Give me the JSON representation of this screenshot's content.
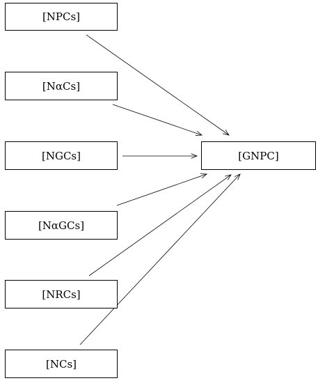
{
  "diagram": {
    "sources": [
      {
        "id": "npcs",
        "label": "[NPCs]"
      },
      {
        "id": "nacs",
        "label": "[NαCs]"
      },
      {
        "id": "ngcs",
        "label": "[NGCs]"
      },
      {
        "id": "nagcs",
        "label": "[NαGCs]"
      },
      {
        "id": "nrcs",
        "label": "[NRCs]"
      },
      {
        "id": "ncs",
        "label": "[NCs]"
      }
    ],
    "target": {
      "id": "gnpc",
      "label": "[GNPC]"
    },
    "edges": [
      {
        "from": "npcs",
        "to": "gnpc"
      },
      {
        "from": "nacs",
        "to": "gnpc"
      },
      {
        "from": "ngcs",
        "to": "gnpc"
      },
      {
        "from": "nagcs",
        "to": "gnpc"
      },
      {
        "from": "nrcs",
        "to": "gnpc"
      },
      {
        "from": "ncs",
        "to": "gnpc"
      }
    ]
  }
}
